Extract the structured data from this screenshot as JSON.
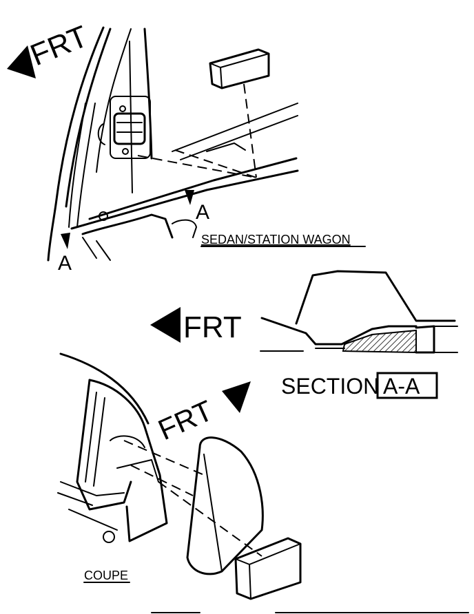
{
  "labels": {
    "frt_top": "FRT",
    "frt_mid": "FRT",
    "frt_coupe": "FRT",
    "section_marker": "A",
    "sedan_caption": "SEDAN/STATION WAGON",
    "section_word": "SECTION",
    "section_id": "A-A",
    "coupe_caption": "COUPE"
  }
}
